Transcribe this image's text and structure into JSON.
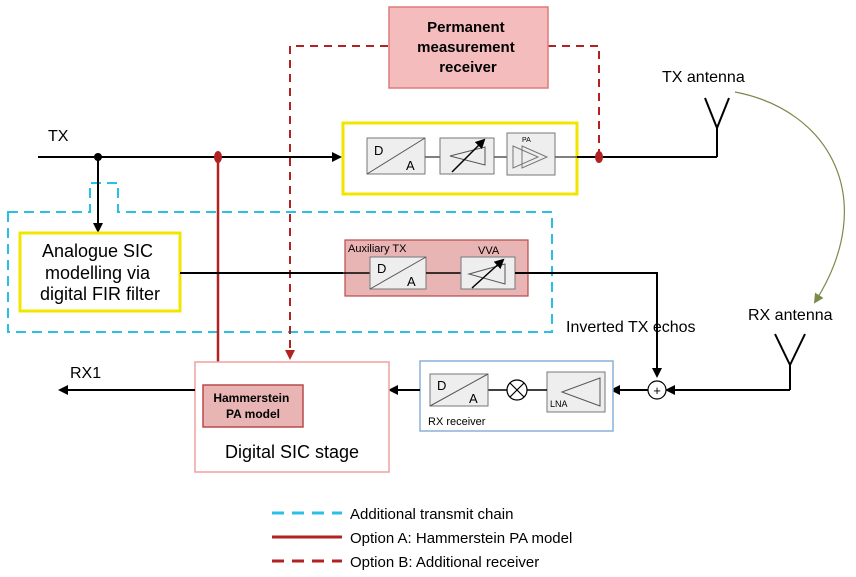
{
  "blocks": {
    "measurement_receiver": [
      "Permanent",
      "measurement",
      "receiver"
    ],
    "analogue_sic": [
      "Analogue SIC",
      "modelling via",
      "digital FIR filter"
    ],
    "auxiliary_tx": "Auxiliary TX",
    "vva": "VVA",
    "hammerstein": [
      "Hammerstein",
      "PA model"
    ],
    "digital_sic": "Digital SIC stage",
    "rx_receiver": "RX receiver",
    "lna": "LNA",
    "pa": "PA",
    "dac_d": "D",
    "dac_a": "A",
    "summer": "+"
  },
  "signals": {
    "tx": "TX",
    "tx_antenna": "TX antenna",
    "rx_antenna": "RX antenna",
    "inverted_echos": "Inverted TX echos",
    "rx1": "RX1"
  },
  "legend": [
    {
      "style": "dashed-cyan",
      "label": "Additional transmit chain"
    },
    {
      "style": "solid-red",
      "label": "Option A: Hammerstein PA model"
    },
    {
      "style": "dashed-red",
      "label": "Option B: Additional receiver"
    }
  ],
  "colors": {
    "cyan": "#29c0e6",
    "dark_red": "#b22222",
    "yellow": "#f2e600",
    "pink_fill": "#f4bcbc",
    "pink_border": "#e07a7a",
    "aux_fill": "#e9b4b4",
    "aux_border": "#b84a4a",
    "rx_box_border": "#8ab0d6",
    "olive": "#7a8a4a"
  }
}
